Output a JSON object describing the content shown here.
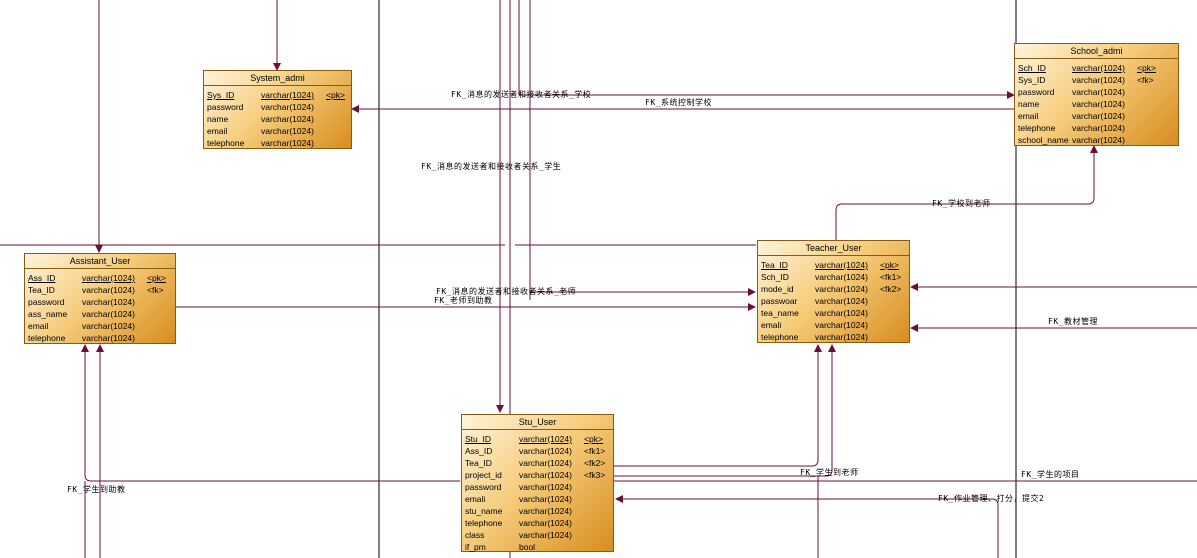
{
  "entities": {
    "system_admi": {
      "title": "System_admi",
      "rows": [
        {
          "name": "Sys_ID",
          "type": "varchar(1024)",
          "key": "<pk>"
        },
        {
          "name": "password",
          "type": "varchar(1024)",
          "key": ""
        },
        {
          "name": "name",
          "type": "varchar(1024)",
          "key": ""
        },
        {
          "name": "email",
          "type": "varchar(1024)",
          "key": ""
        },
        {
          "name": "telephone",
          "type": "varchar(1024)",
          "key": ""
        }
      ]
    },
    "school_admi": {
      "title": "School_admi",
      "rows": [
        {
          "name": "Sch_ID",
          "type": "varchar(1024)",
          "key": "<pk>"
        },
        {
          "name": "Sys_ID",
          "type": "varchar(1024)",
          "key": "<fk>"
        },
        {
          "name": "password",
          "type": "varchar(1024)",
          "key": ""
        },
        {
          "name": "name",
          "type": "varchar(1024)",
          "key": ""
        },
        {
          "name": "email",
          "type": "varchar(1024)",
          "key": ""
        },
        {
          "name": "telephone",
          "type": "varchar(1024)",
          "key": ""
        },
        {
          "name": "school_name",
          "type": "varchar(1024)",
          "key": ""
        }
      ]
    },
    "assistant_user": {
      "title": "Assistant_User",
      "rows": [
        {
          "name": "Ass_ID",
          "type": "varchar(1024)",
          "key": "<pk>"
        },
        {
          "name": "Tea_ID",
          "type": "varchar(1024)",
          "key": "<fk>"
        },
        {
          "name": "password",
          "type": "varchar(1024)",
          "key": ""
        },
        {
          "name": "ass_name",
          "type": "varchar(1024)",
          "key": ""
        },
        {
          "name": "email",
          "type": "varchar(1024)",
          "key": ""
        },
        {
          "name": "telephone",
          "type": "varchar(1024)",
          "key": ""
        }
      ]
    },
    "teacher_user": {
      "title": "Teacher_User",
      "rows": [
        {
          "name": "Tea_ID",
          "type": "varchar(1024)",
          "key": "<pk>"
        },
        {
          "name": "Sch_ID",
          "type": "varchar(1024)",
          "key": "<fk1>"
        },
        {
          "name": "mode_id",
          "type": "varchar(1024)",
          "key": "<fk2>"
        },
        {
          "name": "passwoar",
          "type": "varchar(1024)",
          "key": ""
        },
        {
          "name": "tea_name",
          "type": "varchar(1024)",
          "key": ""
        },
        {
          "name": "emali",
          "type": "varchar(1024)",
          "key": ""
        },
        {
          "name": "telephone",
          "type": "varchar(1024)",
          "key": ""
        }
      ]
    },
    "stu_user": {
      "title": "Stu_User",
      "rows": [
        {
          "name": "Stu_ID",
          "type": "varchar(1024)",
          "key": "<pk>"
        },
        {
          "name": "Ass_ID",
          "type": "varchar(1024)",
          "key": "<fk1>"
        },
        {
          "name": "Tea_ID",
          "type": "varchar(1024)",
          "key": "<fk2>"
        },
        {
          "name": "project_id",
          "type": "varchar(1024)",
          "key": "<fk3>"
        },
        {
          "name": "password",
          "type": "varchar(1024)",
          "key": ""
        },
        {
          "name": "emali",
          "type": "varchar(1024)",
          "key": ""
        },
        {
          "name": "stu_name",
          "type": "varchar(1024)",
          "key": ""
        },
        {
          "name": "telephone",
          "type": "varchar(1024)",
          "key": ""
        },
        {
          "name": "class",
          "type": "varchar(1024)",
          "key": ""
        },
        {
          "name": "if_pm",
          "type": "bool",
          "key": ""
        }
      ]
    }
  },
  "relations": {
    "msg_school": "FK_消息的发送者和接收者关系_学校",
    "sys_control_school": "FK_系统控制学校",
    "msg_student": "FK_消息的发送者和接收者关系_学生",
    "school_to_teacher": "FK_学校到老师",
    "msg_teacher": "FK_消息的发送者和接收者关系_老师",
    "teacher_to_assistant": "FK_老师到助教",
    "textbook_mgmt": "FK_教材管理",
    "student_to_teacher": "FK_学生到老师",
    "student_project": "FK_学生的项目",
    "student_to_assistant": "FK_学生到助教",
    "homework_mgmt": "FK_作业管理、打分，提交2"
  },
  "colors": {
    "line": "#6b0f3a",
    "border": "#8b5a12",
    "fill_start": "#fff4dd",
    "fill_end": "#d88d1f"
  }
}
